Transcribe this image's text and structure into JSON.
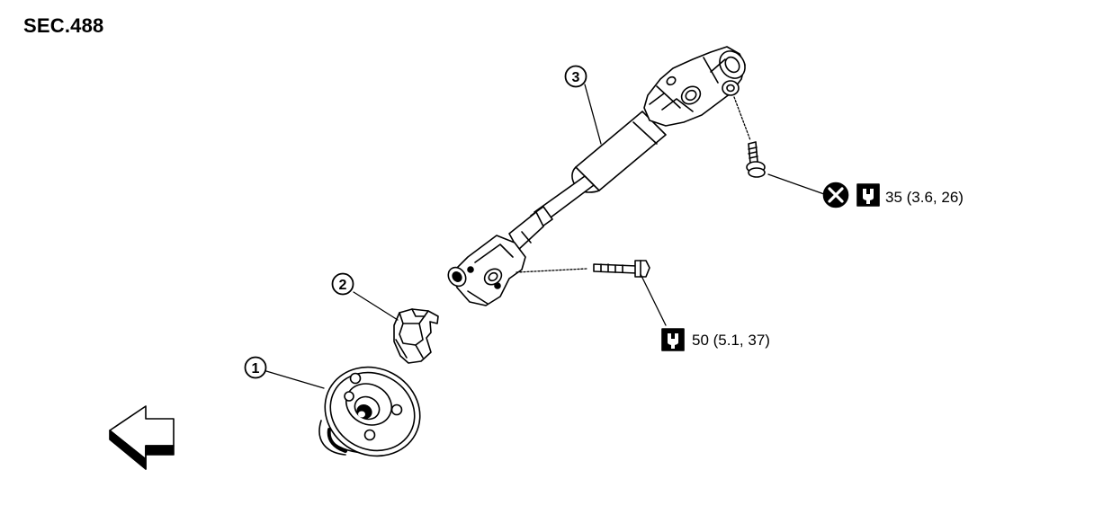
{
  "section": {
    "title": "SEC.488"
  },
  "callouts": {
    "part_1": "1",
    "part_2": "2",
    "part_3": "3"
  },
  "torque": {
    "upper_bolt": "35 (3.6, 26)",
    "lower_bolt": "50 (5.1, 37)"
  },
  "icons": {
    "do_not_reuse": "do-not-reuse-icon",
    "torque_wrench": "torque-wrench-icon",
    "front_direction": "front-arrow-icon"
  }
}
